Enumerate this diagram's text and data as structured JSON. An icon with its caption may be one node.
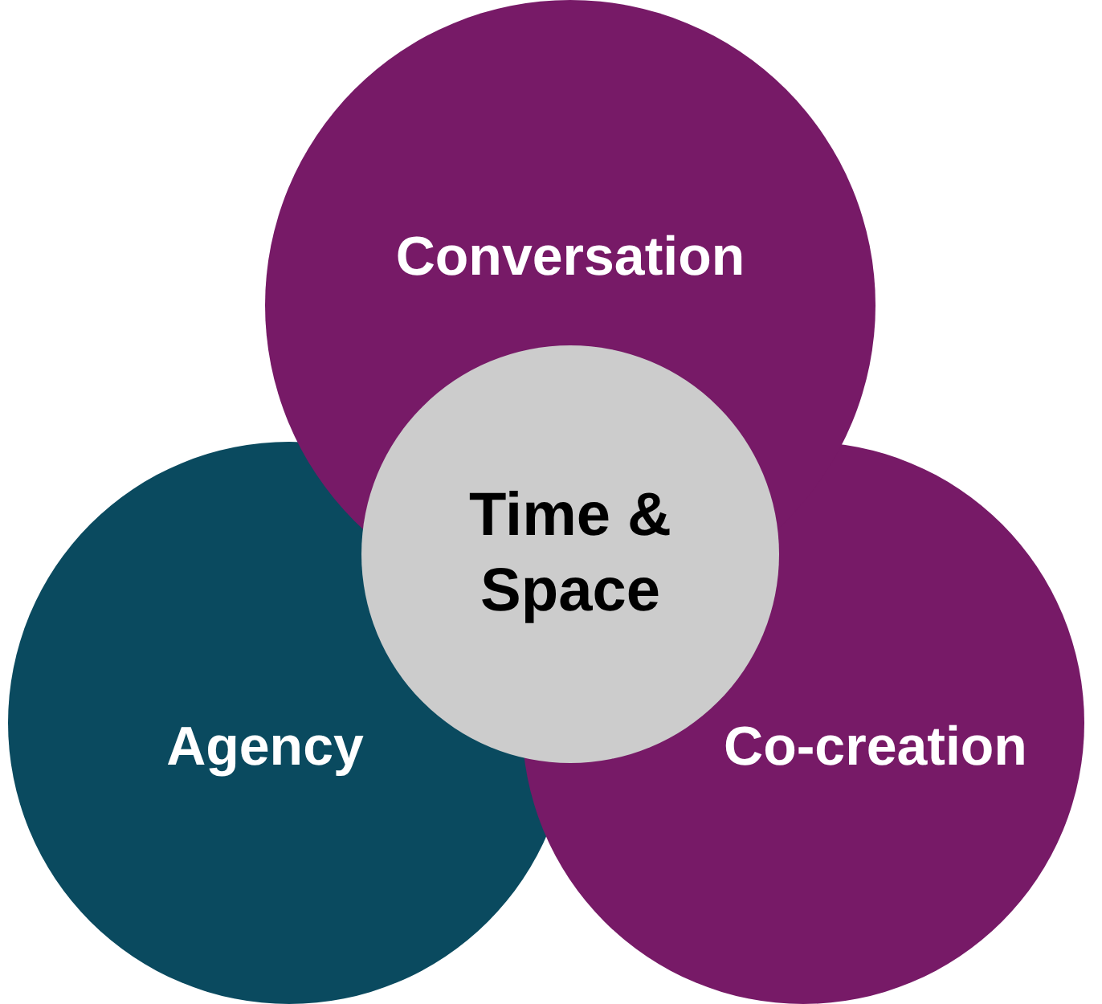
{
  "diagram": {
    "nodes": [
      {
        "text": [
          "Conversation"
        ]
      },
      {
        "text": [
          "Time & Space"
        ]
      },
      {
        "text": [
          "Agency"
        ]
      },
      {
        "text": [
          "Co-creation"
        ]
      }
    ],
    "edges": []
  }
}
